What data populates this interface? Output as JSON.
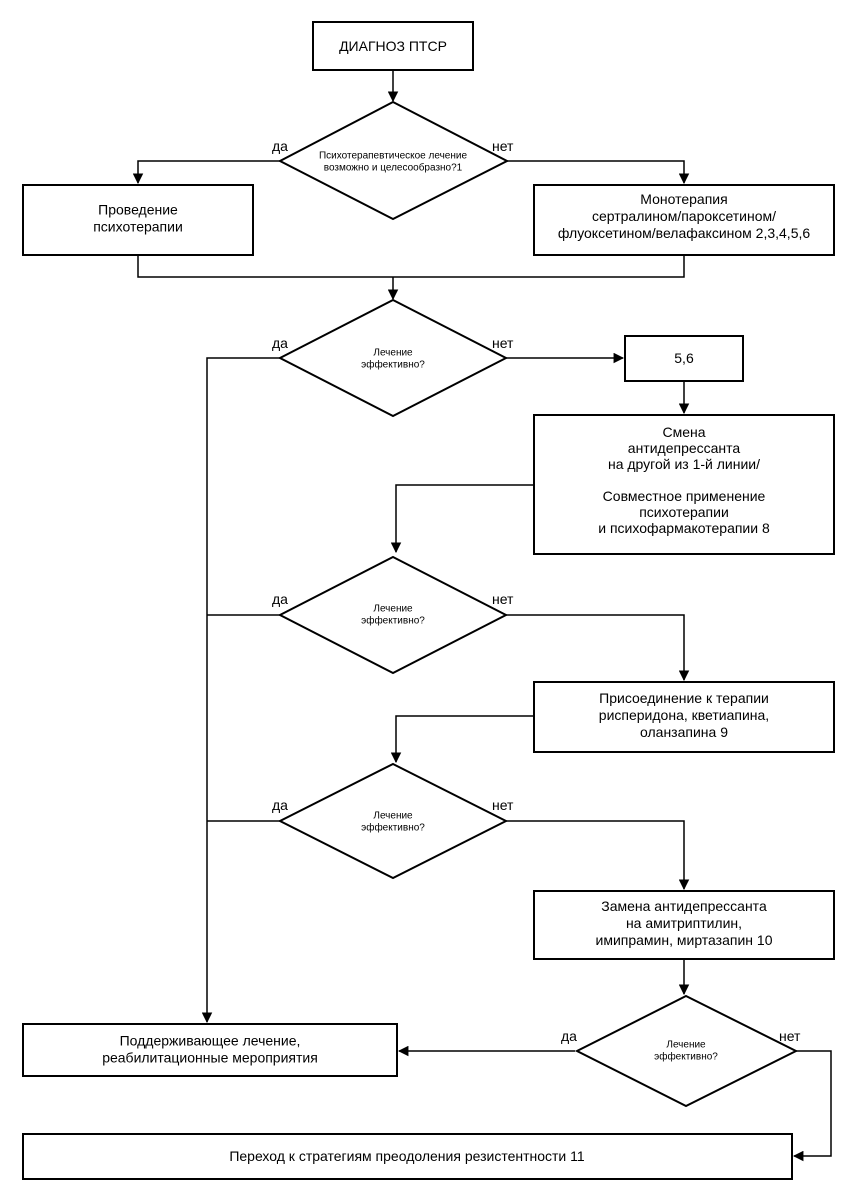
{
  "nodes": {
    "start": {
      "lines": [
        "ДИАГНОЗ ПТСР"
      ]
    },
    "q1": {
      "lines": [
        "Психотерапевтическое лечение",
        "возможно и целесообразно?1"
      ]
    },
    "psychotherapy": {
      "lines": [
        "Проведение",
        "психотерапии"
      ]
    },
    "monotherapy": {
      "lines": [
        "Монотерапия",
        "сертралином/пароксетином/",
        "флуоксетином/велафаксином 2,3,4,5,6"
      ]
    },
    "q2": {
      "lines": [
        "Лечение",
        "эффективно?"
      ]
    },
    "ref56": {
      "lines": [
        "5,6"
      ]
    },
    "switch": {
      "lines": [
        "Смена",
        "антидепрессанта",
        "на другой из 1-й линии/",
        "",
        "Совместное применение",
        "психотерапии",
        "и психофармакотерапии 8"
      ]
    },
    "q3": {
      "lines": [
        "Лечение",
        "эффективно?"
      ]
    },
    "add": {
      "lines": [
        "Присоединение к терапии",
        "рисперидона, кветиапина,",
        "оланзапина 9"
      ]
    },
    "q4": {
      "lines": [
        "Лечение",
        "эффективно?"
      ]
    },
    "replace": {
      "lines": [
        "Замена антидепрессанта",
        "на амитриптилин,",
        "имипрамин, миртазапин 10"
      ]
    },
    "q5": {
      "lines": [
        "Лечение",
        "эффективно?"
      ]
    },
    "maintenance": {
      "lines": [
        "Поддерживающее лечение,",
        "реабилитационные мероприятия"
      ]
    },
    "resistance": {
      "lines": [
        "Переход к стратегиям преодоления резистентности 11"
      ]
    }
  },
  "labels": {
    "yes": "да",
    "no": "нет"
  }
}
